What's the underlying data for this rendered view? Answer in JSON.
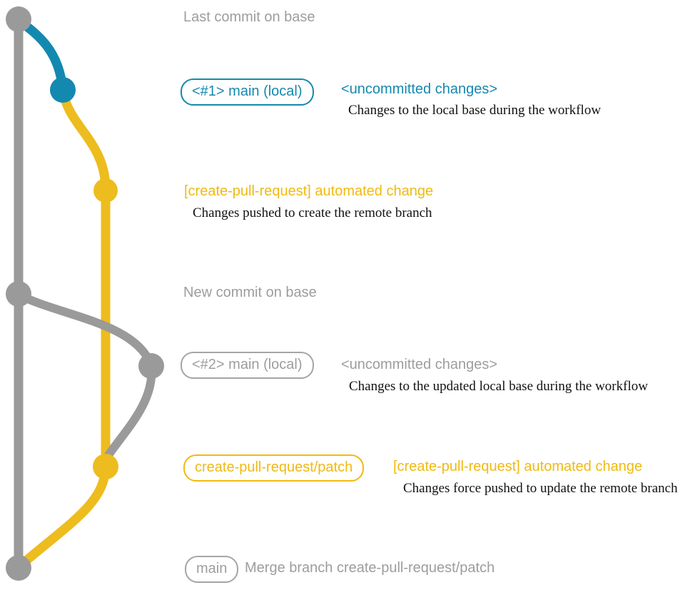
{
  "colors": {
    "gray": "#9a9a9a",
    "gray_text": "#9d9d9d",
    "gray_border": "#a5a5a5",
    "teal": "#1489af",
    "yellow": "#edbc1e",
    "yellow_text": "#f0ba10"
  },
  "graph": {
    "description": "git branch graph with base (gray), local main (teal/gray) and create-pull-request/patch (yellow) branches",
    "commits": [
      {
        "name": "last-commit-on-base",
        "color": "gray"
      },
      {
        "name": "local-main-1",
        "color": "teal"
      },
      {
        "name": "automated-change-1",
        "color": "yellow"
      },
      {
        "name": "new-commit-on-base",
        "color": "gray"
      },
      {
        "name": "local-main-2",
        "color": "gray"
      },
      {
        "name": "automated-change-2",
        "color": "yellow"
      },
      {
        "name": "merge-commit",
        "color": "gray"
      }
    ]
  },
  "annotations": {
    "last_commit": "Last commit on base",
    "row1": {
      "badge": "<#1> main (local)",
      "heading": "<uncommitted changes>",
      "note": "Changes to the local base during the workflow"
    },
    "row2": {
      "heading": "[create-pull-request] automated change",
      "note": "Changes pushed to create the remote branch"
    },
    "new_commit": "New commit on base",
    "row3": {
      "badge": "<#2> main (local)",
      "heading": "<uncommitted changes>",
      "note": "Changes to the updated local base during the workflow"
    },
    "row4": {
      "badge": "create-pull-request/patch",
      "heading": "[create-pull-request] automated change",
      "note": "Changes force pushed to update the remote branch"
    },
    "row5": {
      "badge": "main",
      "heading": "Merge branch create-pull-request/patch"
    }
  }
}
